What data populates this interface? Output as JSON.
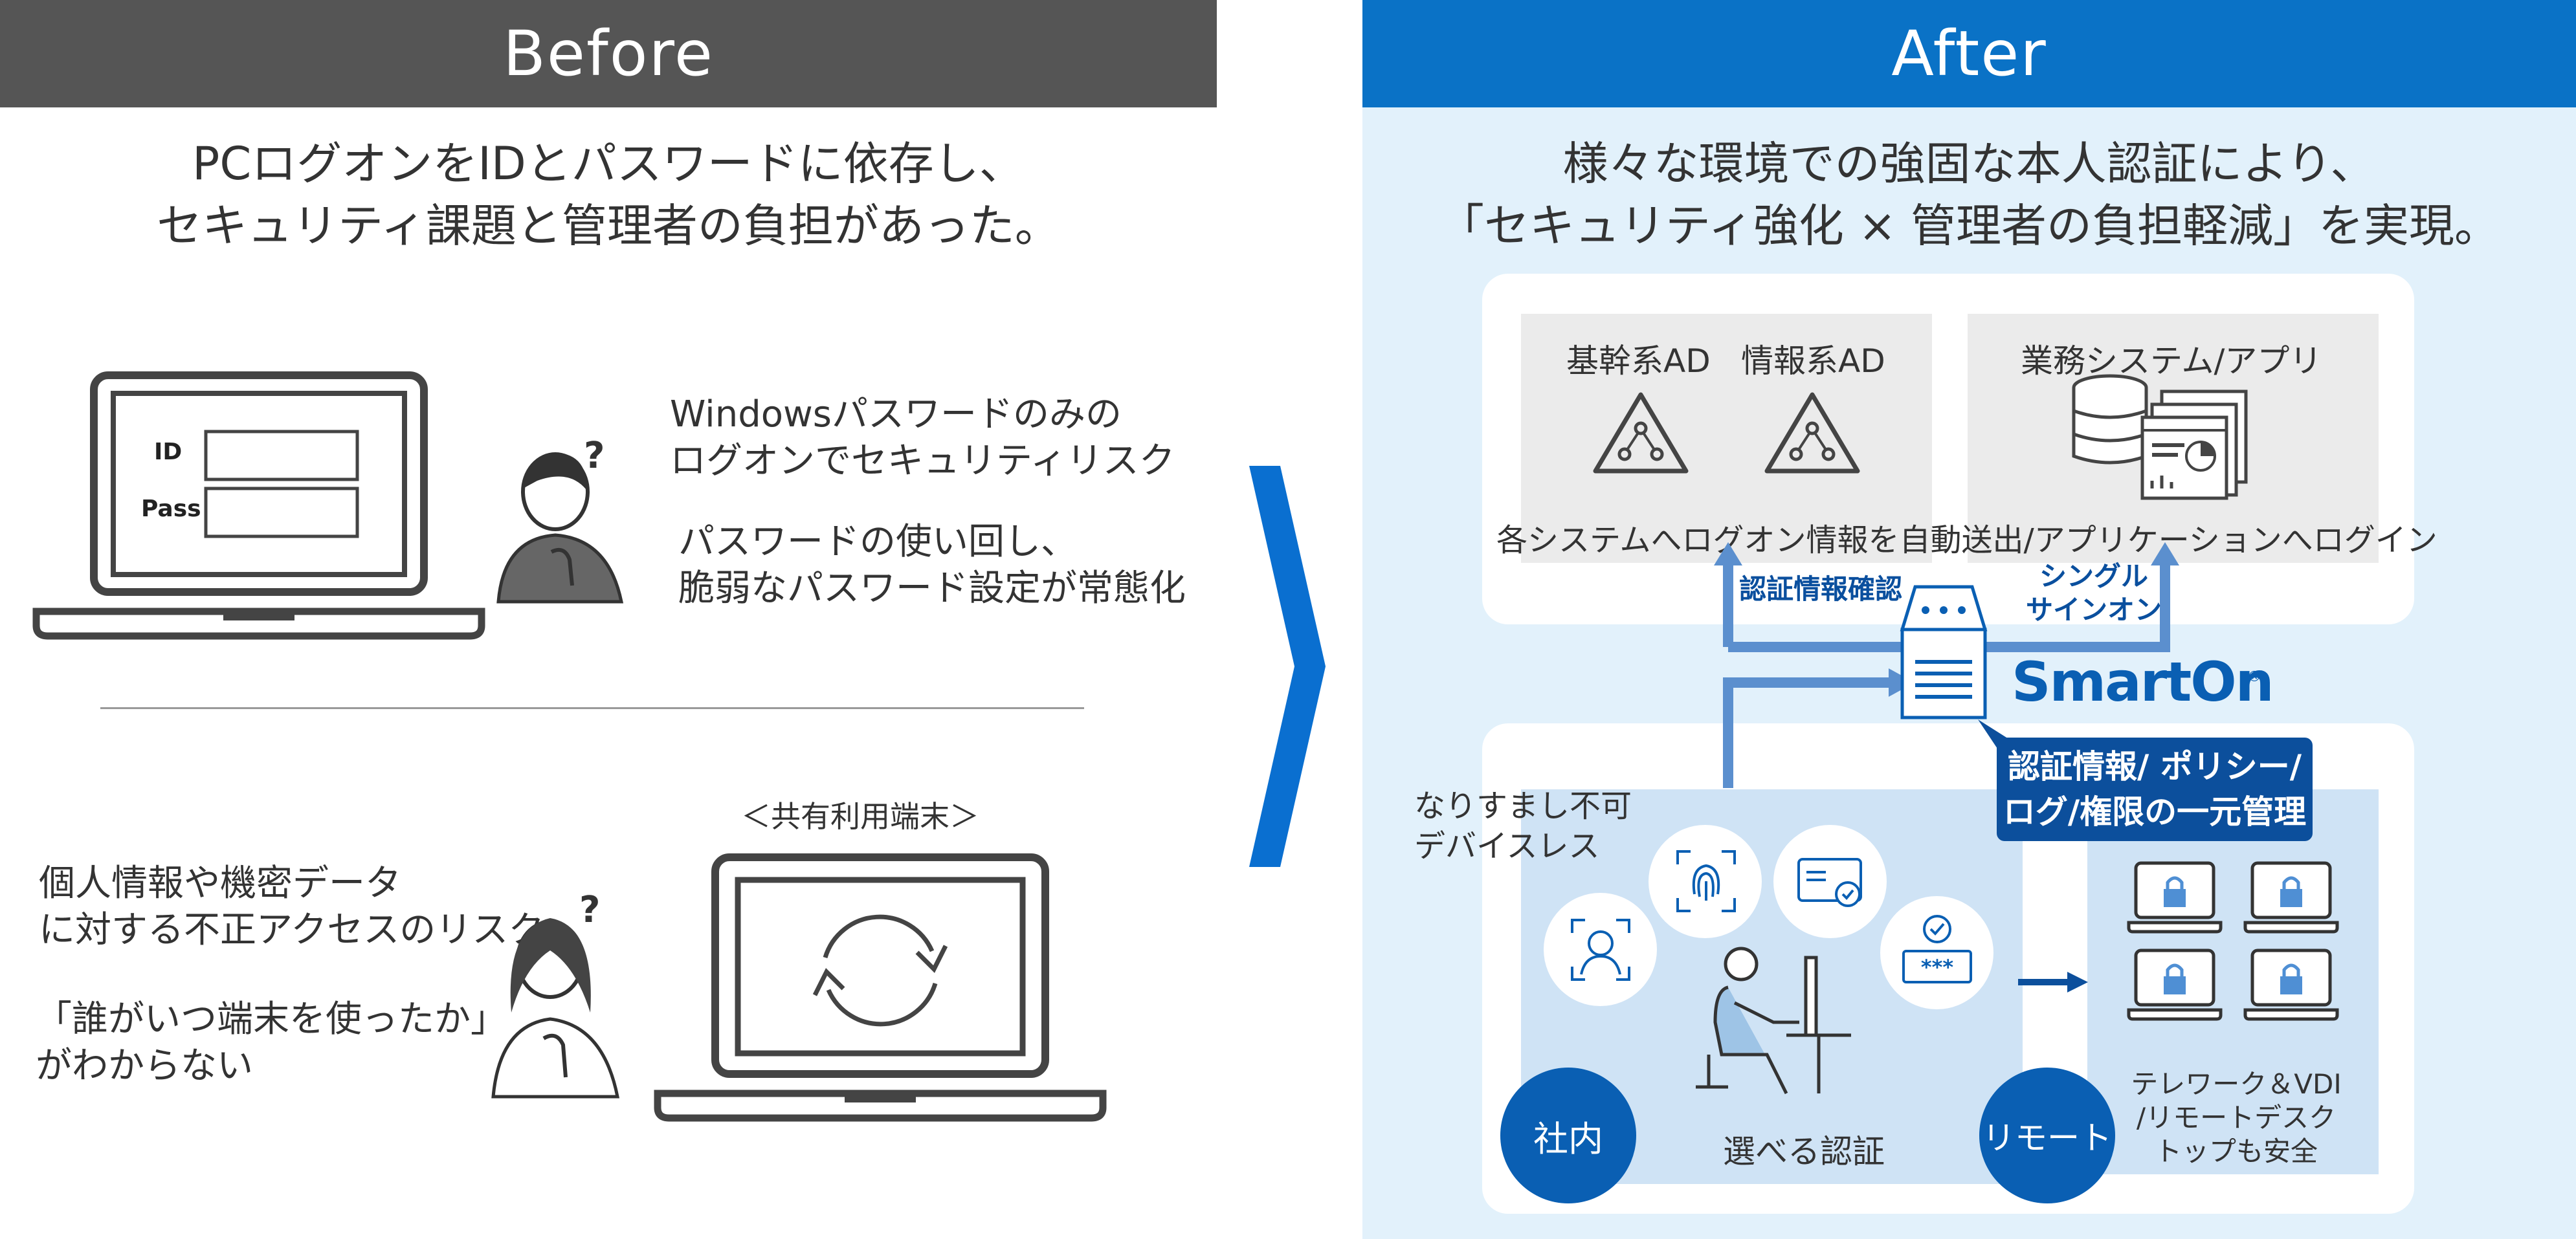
{
  "before": {
    "header": "Before",
    "lead": "PCログオンをIDとパスワードに依存し、\nセキュリティ課題と管理者の負担があった。",
    "login_labels": {
      "id": "ID",
      "pass": "Pass"
    },
    "issue1": "Windowsパスワードのみの\nログオンでセキュリティリスク",
    "issue2": "パスワードの使い回し、\n脆弱なパスワード設定が常態化",
    "shared_label": "＜共有利用端末＞",
    "issue3": "個人情報や機密データ\nに対する不正アクセスのリスク",
    "issue4": "「誰がいつ端末を使ったか」\nがわからない"
  },
  "after": {
    "header": "After",
    "lead": "様々な環境での強固な本人認証により、\n「セキュリティ強化 × 管理者の負担軽減」を実現。",
    "ad_core": "基幹系AD",
    "ad_info": "情報系AD",
    "apps": "業務システム/アプリ",
    "auto_send": "各システムへログオン情報を自動送出/アプリケーションへログイン",
    "auth_confirm": "認証情報確認",
    "sso": "シングル\nサインオン",
    "brand": "SmartOn",
    "central_mgmt": "認証情報/ ポリシー/\nログ/権限の一元管理",
    "no_spoof": "なりすまし不可\nデバイスレス",
    "onsite_badge": "社内",
    "selectable_auth": "選べる認証",
    "remote_badge": "リモート",
    "remote_text": "テレワーク＆VDI\n/リモートデスク\nトップも安全"
  },
  "colors": {
    "before_header": "#555555",
    "after_header": "#0a72c6",
    "after_background": "#e2f1fb",
    "chevron": "#0a6fd0",
    "flow_arrow": "#5b8fce",
    "dark_navy": "#0c4f9c",
    "brand_blue": "#0a5fb3"
  },
  "icons": {
    "confused_person": "confused-person-icon",
    "laptop": "laptop-icon",
    "sync": "sync-icon",
    "triangle_network": "network-triangle-icon",
    "database": "database-icon",
    "server": "server-icon",
    "face": "face-recognition-icon",
    "fingerprint": "fingerprint-icon",
    "card": "ic-card-icon",
    "password": "password-icon",
    "worker": "desk-worker-icon",
    "lock_laptop": "lock-laptop-icon"
  }
}
